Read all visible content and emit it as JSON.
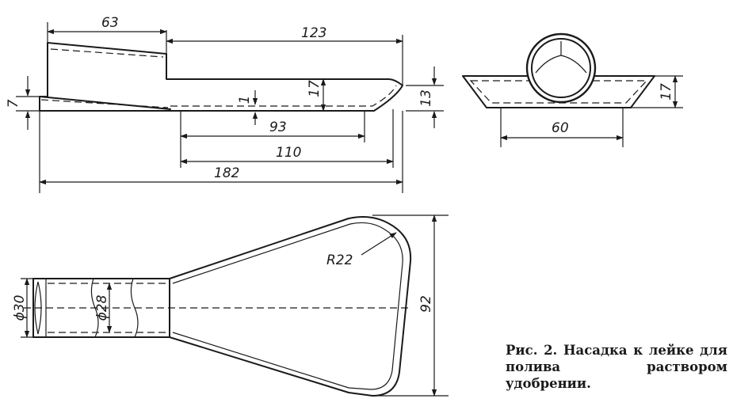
{
  "dimensions": {
    "side_top_left": "63",
    "side_top_right": "123",
    "side_left_height": "7",
    "side_wall": "1",
    "side_step": "17",
    "side_right_height": "13",
    "side_inner_93": "93",
    "side_inner_110": "110",
    "side_total": "182",
    "end_height": "17",
    "end_width": "60",
    "plan_radius": "R22",
    "plan_outer_dia": "ϕ30",
    "plan_inner_dia": "ϕ28",
    "plan_width": "92"
  },
  "caption": "Рис. 2. Насадка к лейке для полива раствором удобрении."
}
